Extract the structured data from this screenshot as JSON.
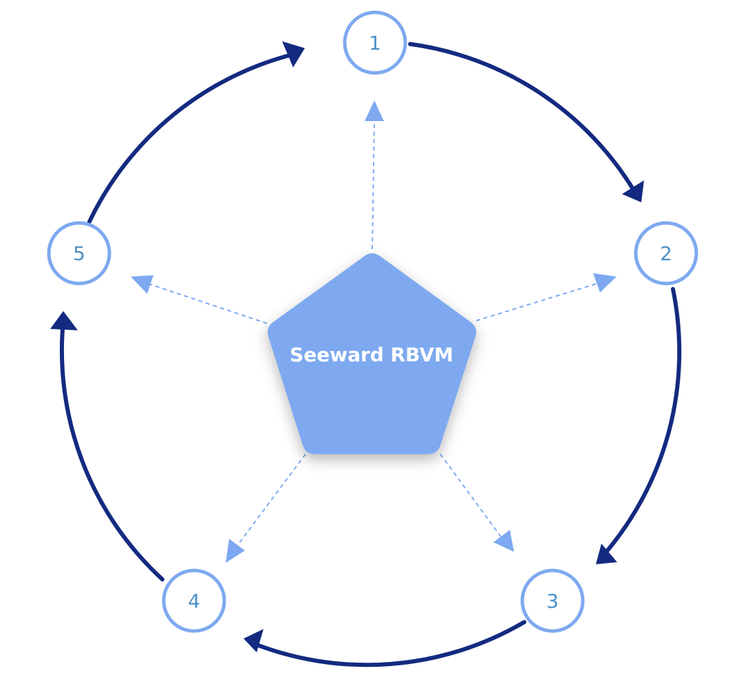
{
  "center": {
    "label": "Seeward RBVM"
  },
  "steps": [
    {
      "id": "1",
      "label": "1"
    },
    {
      "id": "2",
      "label": "2"
    },
    {
      "id": "3",
      "label": "3"
    },
    {
      "id": "4",
      "label": "4"
    },
    {
      "id": "5",
      "label": "5"
    }
  ],
  "colors": {
    "cycle_arrow": "#142a80",
    "node_stroke": "#7ea9f0",
    "node_label": "#4a90c8",
    "center_fill": "#7ea9f0",
    "spoke": "#7ea9f0",
    "center_text": "#ffffff"
  }
}
